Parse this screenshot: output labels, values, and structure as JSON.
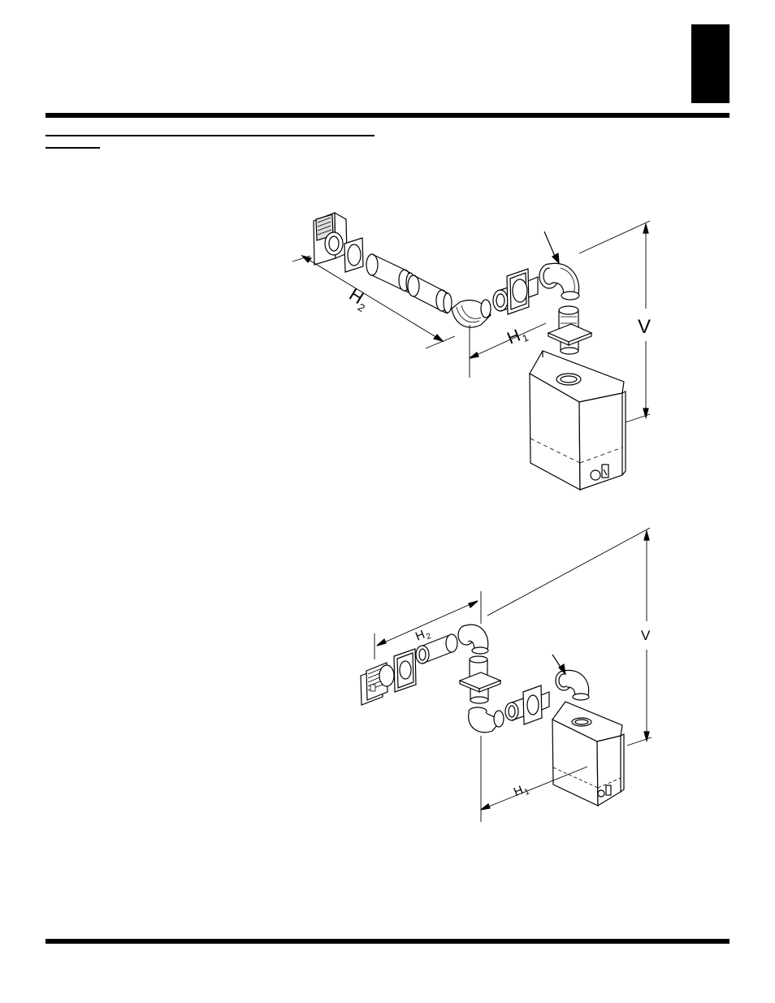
{
  "figure_top": {
    "label_h2": "H",
    "label_h2_sub": "2",
    "label_h1": "H",
    "label_h1_sub": "1",
    "label_v": "V"
  },
  "figure_bottom": {
    "label_h2": "H",
    "label_h2_sub": "2",
    "label_h1": "H",
    "label_h1_sub": "1",
    "label_v": "V"
  }
}
